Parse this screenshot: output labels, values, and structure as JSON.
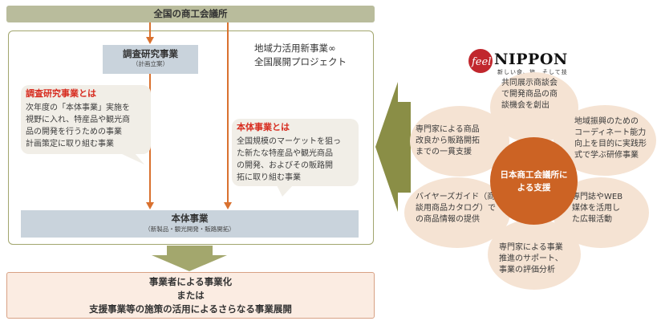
{
  "top_bar": {
    "label": "全国の商工会議所"
  },
  "project_title": "地域力活用新事業∞\n全国展開プロジェクト",
  "research_box": {
    "title": "調査研究事業",
    "subtitle": "（計画立案）"
  },
  "research_callout": {
    "title": "調査研究事業とは",
    "body": "次年度の「本体事業」実施を\n視野に入れ、特産品や観光商\n品の開発を行うための事業\n計画策定に取り組む事業"
  },
  "main_callout": {
    "title": "本体事業とは",
    "body": "全国規模のマーケットを狙っ\nた新たな特産品や観光商品\nの開発、およびその販路開\n拓に取り組む事業"
  },
  "main_box": {
    "title": "本体事業",
    "subtitle": "（新製品・観光開発・販路開拓）"
  },
  "bottom_box": {
    "lines": [
      "事業者による事業化",
      "または",
      "支援事業等の施策の活用によるさらなる事業展開"
    ]
  },
  "logo": {
    "feel": "feel",
    "nippon": "NIPPON",
    "tagline": "新しい食、旅、そして技"
  },
  "center": {
    "label": "日本商工会議所に\nよる支援"
  },
  "petals": {
    "top": "共同展示商談会\nで開発商品の商\n談機会を創出",
    "upper_right": "地域振興のための\nコーディネート能力\n向上を目的に実践形\n式で学ぶ研修事業",
    "lower_right": "専門誌やWEB\n媒体を活用し\nた広報活動",
    "bottom": "専門家による事業\n推進のサポート、\n事業の評価分析",
    "lower_left": "バイヤーズガイド（商\n談用商品カタログ）で\nの商品情報の提供",
    "upper_left": "専門家による商品\n改良から販路開拓\nまでの一貫支援"
  },
  "colors": {
    "olive": "#a3a76d",
    "accent_red": "#d72b1f",
    "orange": "#cc6324",
    "petal": "#f5e3d3",
    "box_blue": "#c9d3dc"
  }
}
